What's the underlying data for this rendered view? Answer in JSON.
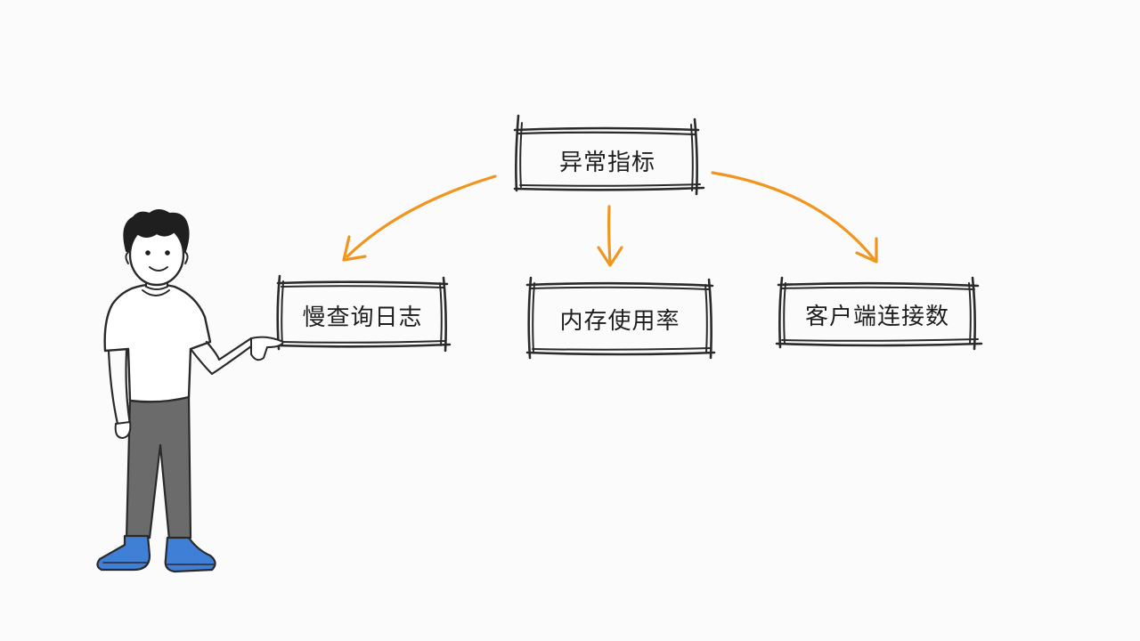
{
  "diagram": {
    "root": {
      "label": "异常指标"
    },
    "children": [
      {
        "label": "慢查询日志"
      },
      {
        "label": "内存使用率"
      },
      {
        "label": "客户端连接数"
      }
    ]
  },
  "colors": {
    "arrow": "#f0961e",
    "outline": "#2a2a2a",
    "shoes": "#3f7fd6",
    "pants": "#6b6b6b",
    "background": "#fbfbfb"
  }
}
